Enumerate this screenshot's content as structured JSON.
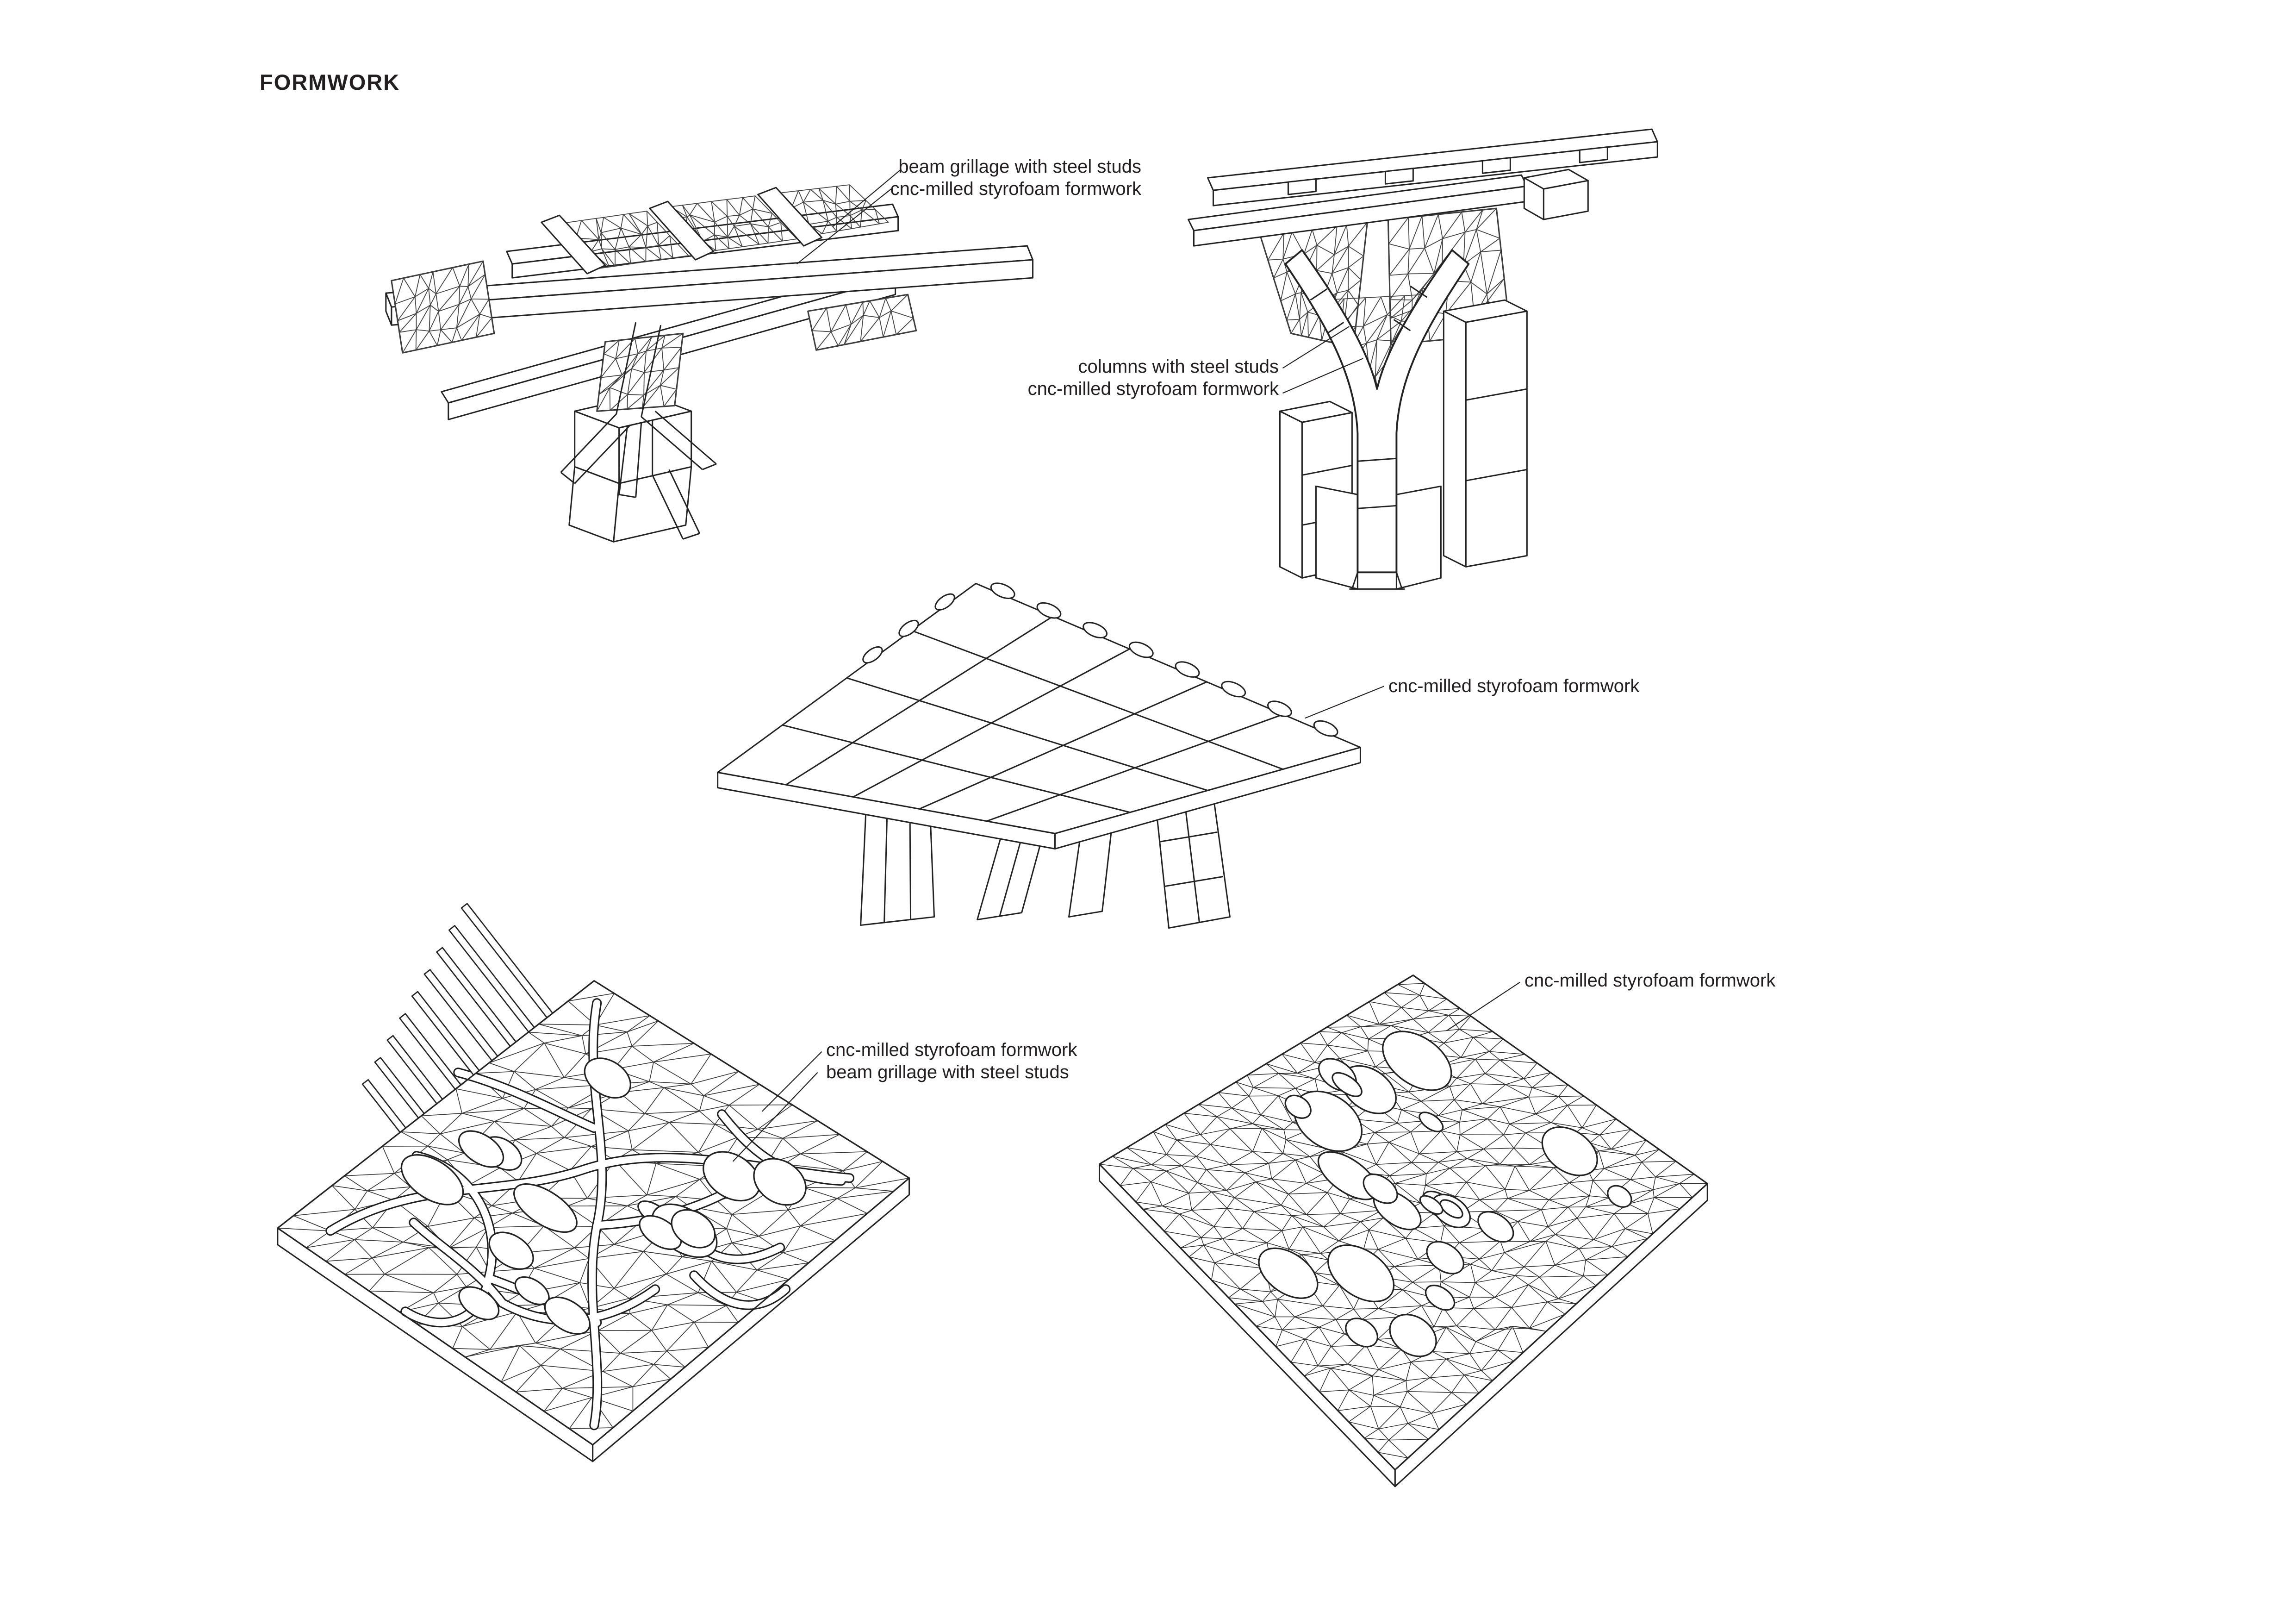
{
  "page": {
    "title": "FORMWORK",
    "background": "#ffffff",
    "ink": "#231f20"
  },
  "figures": [
    {
      "name": "beam-grillage-with-branching-column",
      "labels": [
        "beam grillage with steel studs",
        "cnc-milled styrofoam formwork"
      ]
    },
    {
      "name": "y-column-formwork",
      "labels": [
        "columns with steel studs",
        "cnc-milled styrofoam formwork"
      ]
    },
    {
      "name": "slab-on-inclined-columns",
      "labels": [
        "cnc-milled styrofoam formwork"
      ]
    },
    {
      "name": "waffle-grillage-slab-formwork",
      "labels": [
        "cnc-milled styrofoam formwork",
        "beam grillage with steel studs"
      ]
    },
    {
      "name": "triangulated-mesh-slab-formwork",
      "labels": [
        "cnc-milled styrofoam formwork"
      ]
    }
  ]
}
